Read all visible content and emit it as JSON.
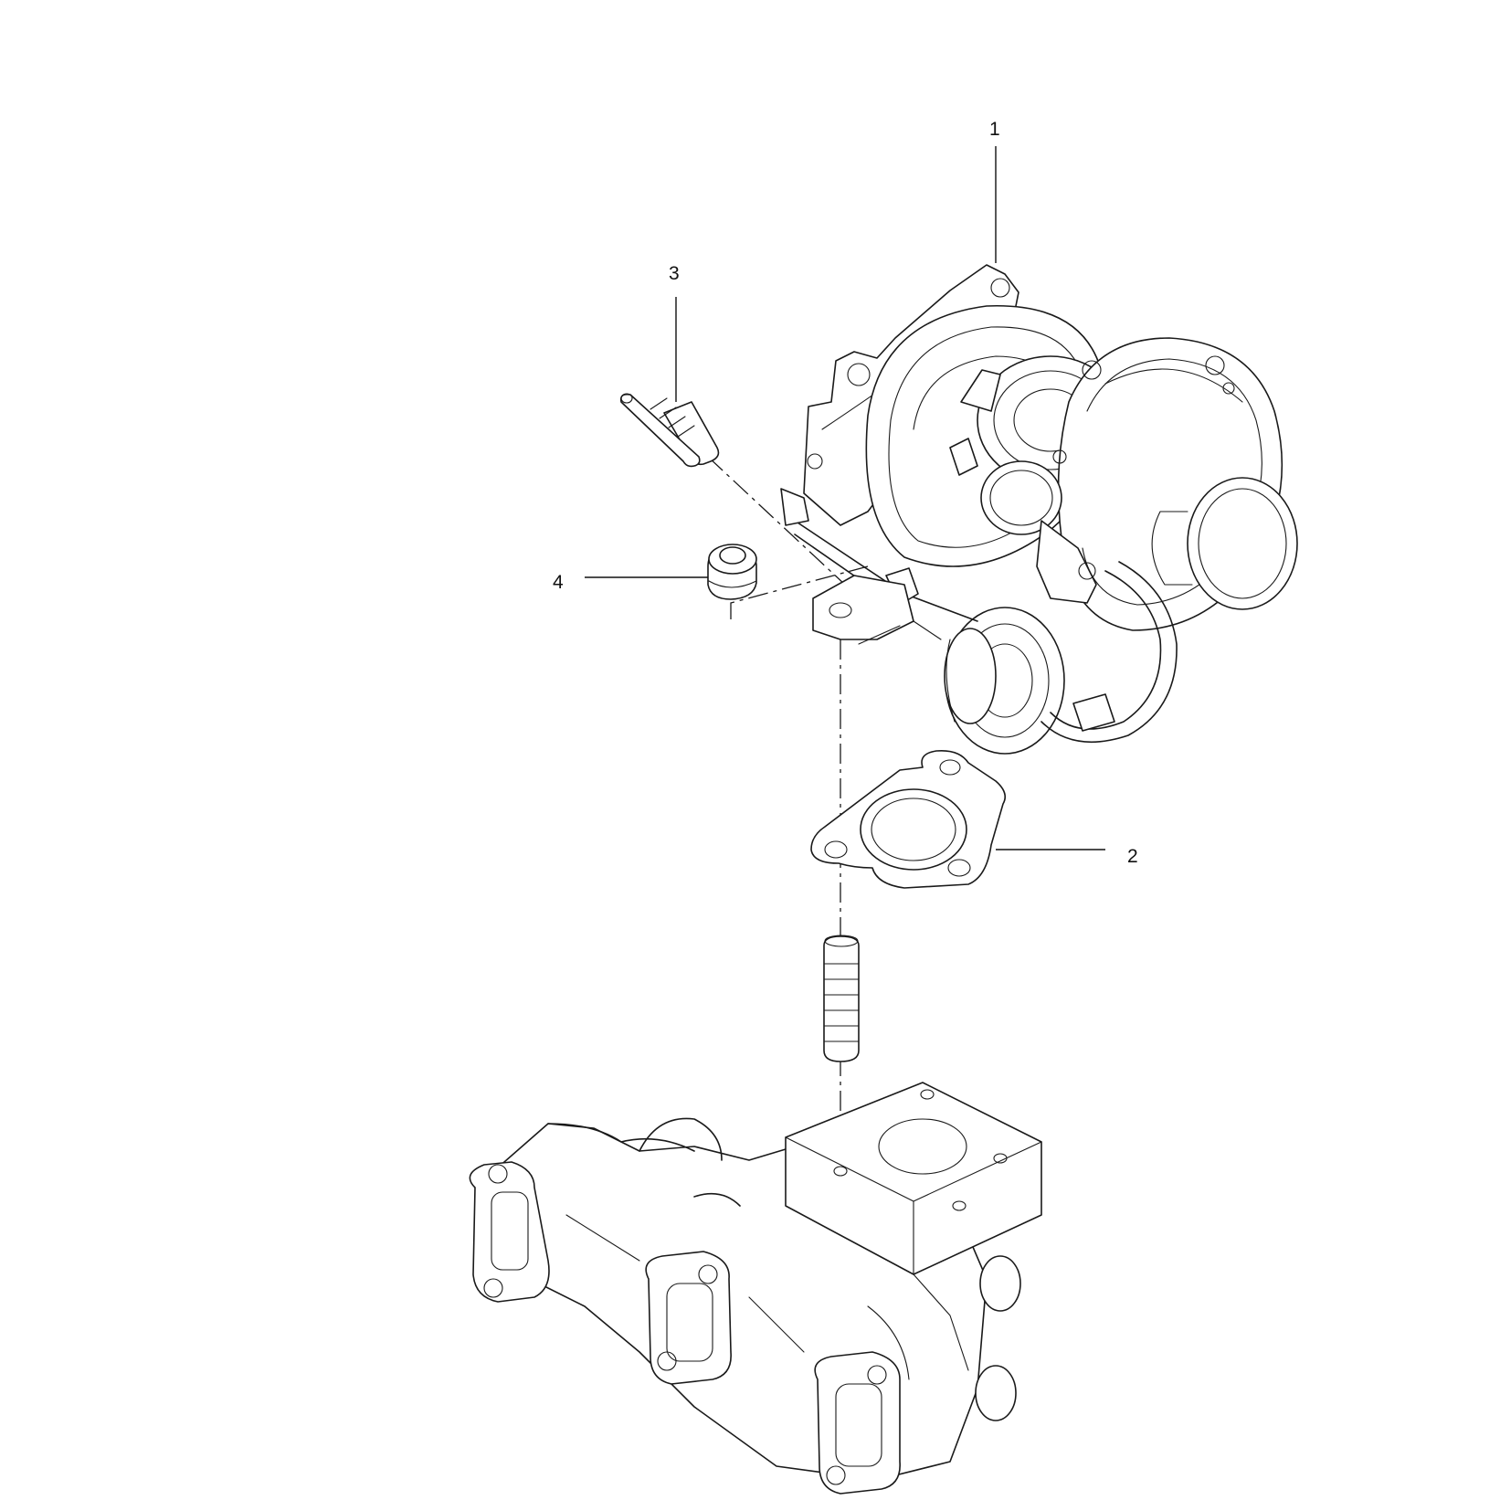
{
  "callouts": [
    {
      "id": "1",
      "text": "1",
      "part": "turbocharger"
    },
    {
      "id": "2",
      "text": "2",
      "part": "gasket"
    },
    {
      "id": "3",
      "text": "3",
      "part": "stud"
    },
    {
      "id": "4",
      "text": "4",
      "part": "nut"
    }
  ],
  "colors": {
    "line": "#1a1a1a",
    "background": "#ffffff"
  }
}
